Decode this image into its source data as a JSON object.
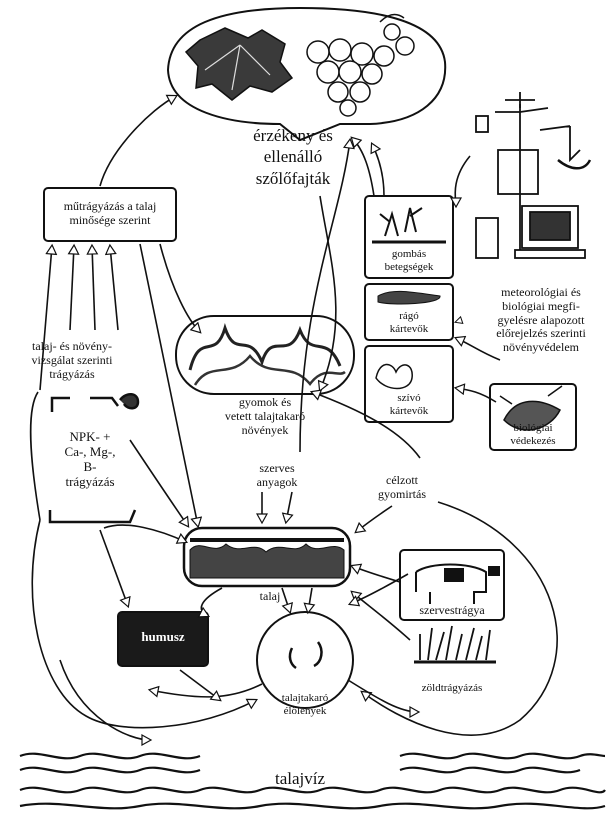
{
  "labels": {
    "resistant_varieties": [
      "érzékeny és",
      "ellenálló",
      "szőlőfajták"
    ],
    "fertilizing_by_soil": [
      "műtrágyázás a talaj",
      "minősége szerint"
    ],
    "soil_plant_testing": [
      "talaj- és növény-",
      "vizsgálat szerinti",
      "trágyázás"
    ],
    "npk": [
      "NPK- +",
      "Ca-, Mg-,",
      "B-",
      "trágyázás"
    ],
    "weeds": [
      "gyomok és",
      "vetett talajtakaró",
      "növények"
    ],
    "fungal": [
      "gombás",
      "betegségek"
    ],
    "chewing_pests": [
      "rágó",
      "kártevők"
    ],
    "sucking_pests": [
      "szívó",
      "kártevők"
    ],
    "forecasting": [
      "meteorológiai és",
      "biológiai megfi-",
      "gyelésre alapozott",
      "előrejelzés szerinti",
      "növényvédelem"
    ],
    "biological_control": [
      "biológiai",
      "védekezés"
    ],
    "organic_matter": [
      "szerves",
      "anyagok"
    ],
    "targeted_weeding": [
      "célzott",
      "gyomirtás"
    ],
    "soil": "talaj",
    "manure": "szervestrágya",
    "humus": "humusz",
    "green_manure": "zöldtrágyázás",
    "soil_organisms": [
      "talajtakaró",
      "élőlények"
    ],
    "groundwater": "talajvíz"
  }
}
